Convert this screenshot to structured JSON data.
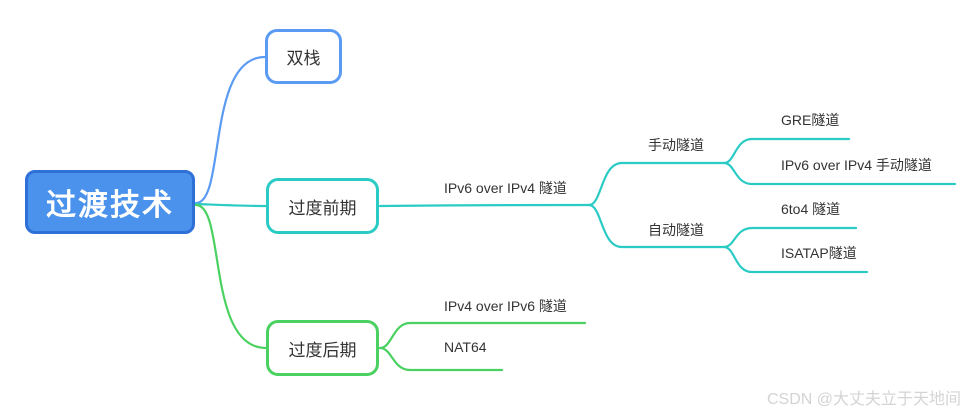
{
  "mindmap": {
    "nodes": {
      "root": "过渡技术",
      "dual_stack": "双栈",
      "early": "过度前期",
      "late": "过度后期",
      "ipv6_over_ipv4_tunnel": "IPv6 over IPv4 隧道",
      "manual_tunnel": "手动隧道",
      "gre_tunnel": "GRE隧道",
      "ipv6_over_ipv4_manual_tunnel": "IPv6 over IPv4 手动隧道",
      "auto_tunnel": "自动隧道",
      "six_to_four_tunnel": "6to4 隧道",
      "isatap_tunnel": "ISATAP隧道",
      "ipv4_over_ipv6_tunnel": "IPv4 over IPv6 隧道",
      "nat64": "NAT64"
    },
    "colors": {
      "blue": "#5b9bf3",
      "cyan": "#2bcbc5",
      "green": "#4bd162",
      "root_fill": "#4a92ec",
      "root_border": "#2e6fd8",
      "text": "#333333",
      "watermark": "#d4d4d4"
    },
    "watermark": "CSDN @大丈夫立于天地间"
  }
}
